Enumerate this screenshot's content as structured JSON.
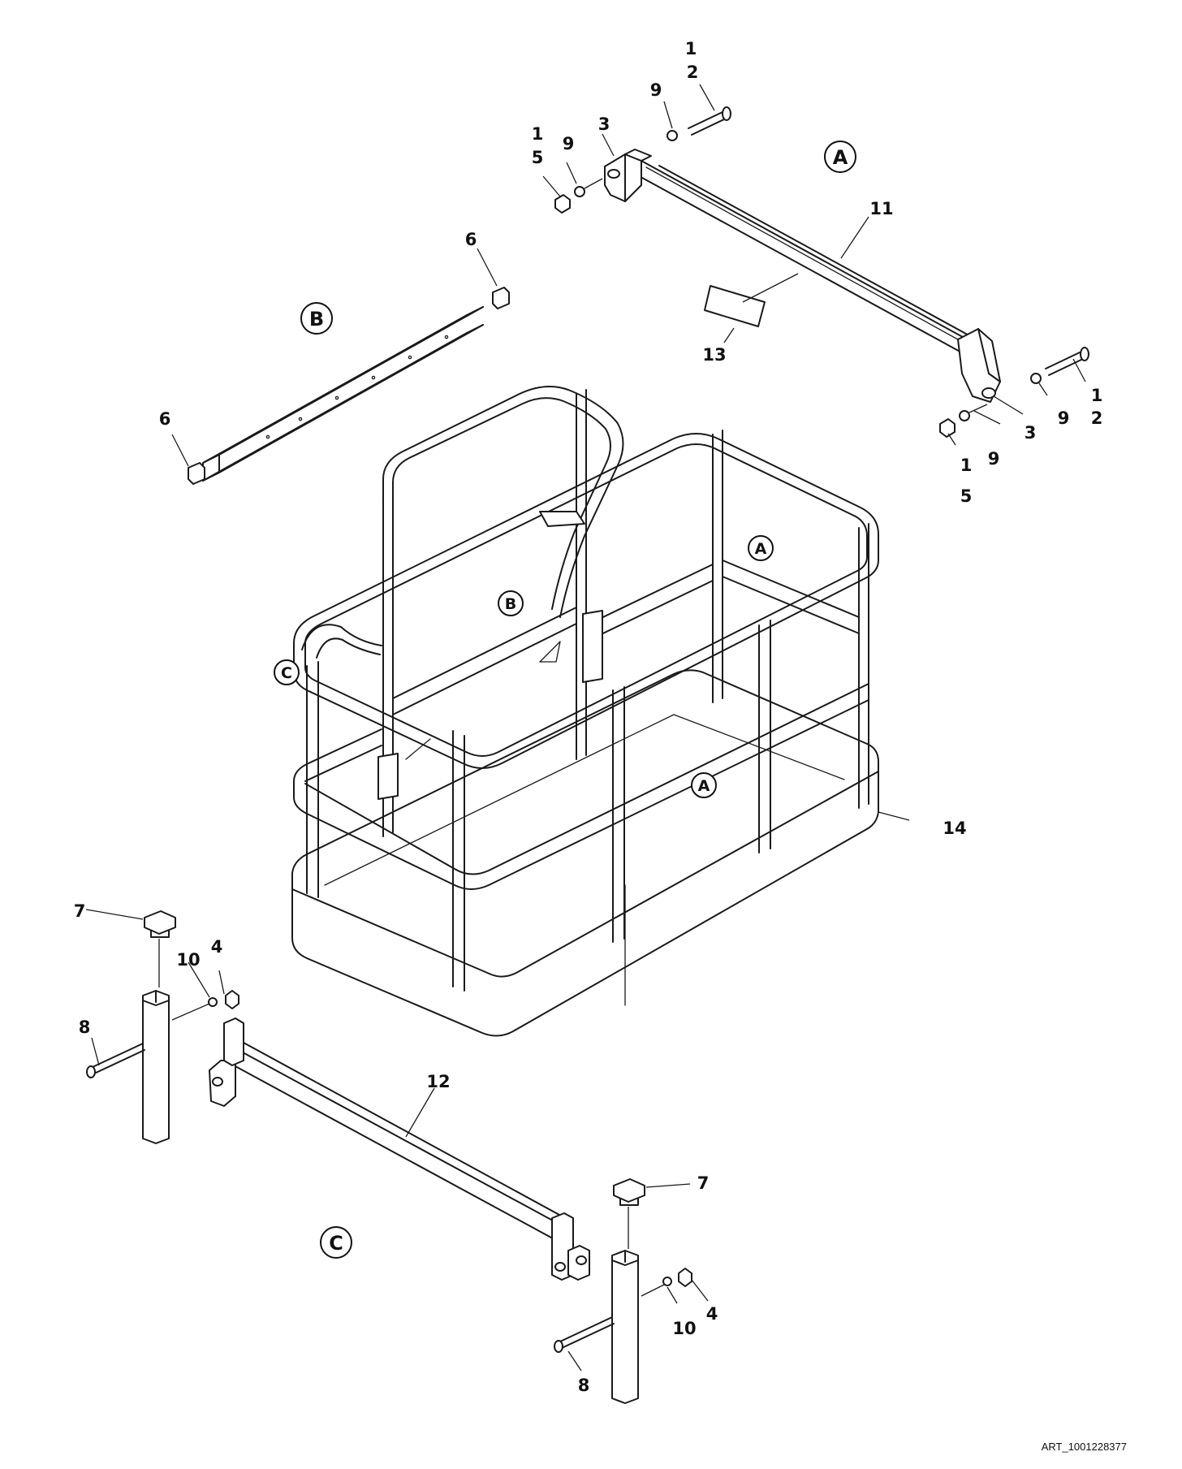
{
  "callouts": {
    "c1": "1",
    "c2": "2",
    "c3": "3",
    "c4": "4",
    "c5": "5",
    "c6": "6",
    "c7": "7",
    "c8": "8",
    "c9": "9",
    "c10": "10",
    "c11": "11",
    "c12": "12",
    "c13": "13",
    "c14": "14"
  },
  "views": {
    "a": "A",
    "b": "B",
    "c": "C"
  },
  "art_number": "ART_1001228377"
}
